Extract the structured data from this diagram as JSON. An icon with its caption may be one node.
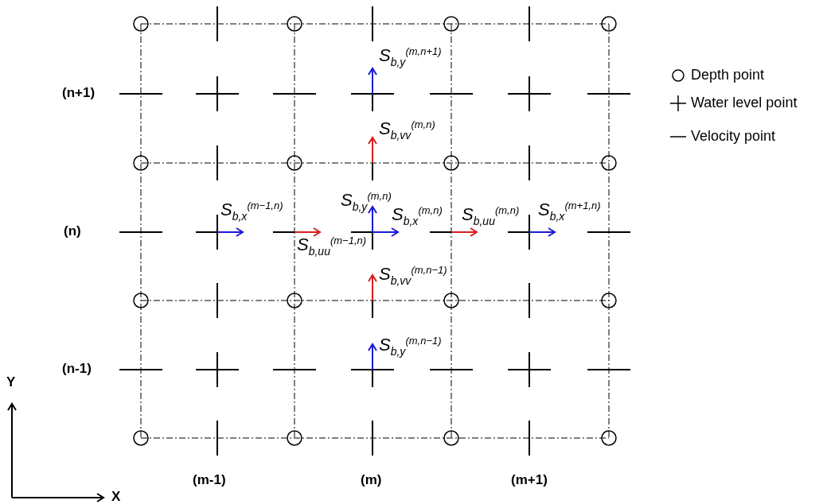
{
  "diagram": {
    "labels": [
      "*S*$_{b,y}$$^{(m,n+1)}$",
      "(n+1)",
      "*S*$_{b,vv}$$^{(m,n)}$",
      "*S*$_{b,y}$$^{(m,n)}$",
      "*S*$_{b,x}$$^{(m−1,n)}$",
      "*S*$_{b,x}$$^{(m,n)}$",
      "*S*$_{b,uu}$$^{(m,n)}$",
      "*S*$_{b,x}$$^{(m+1,n)}$",
      "(n)",
      "*S*$_{b,uu}$$^{(m−1,n)}$",
      "*S*$_{b,vv}$$^{(m,n−1)}$",
      "*S*$_{b,y}$$^{(m,n−1)}$",
      "(n-1)",
      "Y",
      "(m-1)",
      "(m)",
      "(m+1)",
      "X"
    ],
    "legend": [
      {
        "text": "Depth point"
      },
      {
        "text": "Water level point"
      },
      {
        "text": "Velocity point"
      }
    ]
  }
}
